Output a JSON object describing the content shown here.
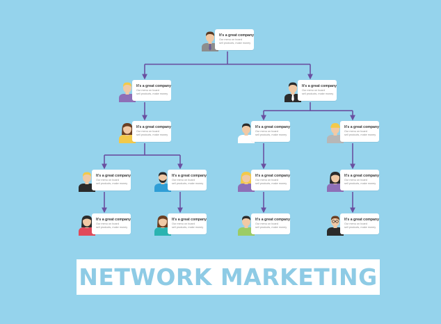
{
  "card": {
    "title": "It's a great company",
    "description": "Our menu on board\nsell products, make money"
  },
  "banner": {
    "text": "NETWORK MARKETING"
  },
  "colors": {
    "background": "#95d3ec",
    "connector": "#6a4fa0",
    "banner_text": "#8ecbe5",
    "card": "#ffffff"
  },
  "people": [
    {
      "id": "root",
      "icon": "businessman-icon",
      "skin": "#f1c9a5",
      "hair": "#5a3b24",
      "shirt": "#8d8d8d",
      "tie": "#6b5b95",
      "hairStyle": "short"
    },
    {
      "id": "l1-left",
      "icon": "blonde-man-icon",
      "skin": "#f1c9a5",
      "hair": "#f3c94a",
      "shirt": "#8e6fb7",
      "tie": null,
      "hairStyle": "short"
    },
    {
      "id": "l1-right",
      "icon": "man-in-suit-icon",
      "skin": "#f1c9a5",
      "hair": "#2b2b2b",
      "shirt": "#2b2b2b",
      "tie": "#ffffff",
      "hairStyle": "short"
    },
    {
      "id": "l2-left",
      "icon": "woman-icon",
      "skin": "#f1c9a5",
      "hair": "#6b3f22",
      "shirt": "#f3c94a",
      "tie": null,
      "hairStyle": "long"
    },
    {
      "id": "l2-mid",
      "icon": "man-icon",
      "skin": "#f1c9a5",
      "hair": "#2b2b2b",
      "shirt": "#ffffff",
      "tie": null,
      "hairStyle": "short"
    },
    {
      "id": "l2-right",
      "icon": "man-with-cap-icon",
      "skin": "#f1c9a5",
      "hair": "#f3c94a",
      "shirt": "#b7b7b7",
      "tie": null,
      "hairStyle": "cap"
    },
    {
      "id": "l3-1",
      "icon": "blonde-man-icon",
      "skin": "#f1c9a5",
      "hair": "#f3c94a",
      "shirt": "#2b2b2b",
      "tie": null,
      "hairStyle": "short"
    },
    {
      "id": "l3-2",
      "icon": "bearded-man-icon",
      "skin": "#f1c9a5",
      "hair": "#2b2b2b",
      "shirt": "#2f9ed6",
      "tie": null,
      "hairStyle": "beard"
    },
    {
      "id": "l3-3",
      "icon": "blonde-woman-icon",
      "skin": "#f1c9a5",
      "hair": "#f3c94a",
      "shirt": "#8e6fb7",
      "tie": null,
      "hairStyle": "long"
    },
    {
      "id": "l3-4",
      "icon": "woman-icon",
      "skin": "#f1c9a5",
      "hair": "#2b2b2b",
      "shirt": "#8e6fb7",
      "tie": null,
      "hairStyle": "long"
    },
    {
      "id": "l4-1",
      "icon": "woman-icon",
      "skin": "#f1c9a5",
      "hair": "#2b2b2b",
      "shirt": "#e04a5a",
      "tie": null,
      "hairStyle": "long"
    },
    {
      "id": "l4-2",
      "icon": "woman-icon",
      "skin": "#f1c9a5",
      "hair": "#6b3f22",
      "shirt": "#2bb3b0",
      "tie": null,
      "hairStyle": "long"
    },
    {
      "id": "l4-3",
      "icon": "man-icon",
      "skin": "#f1c9a5",
      "hair": "#2b2b2b",
      "shirt": "#9ccc65",
      "tie": null,
      "hairStyle": "short"
    },
    {
      "id": "l4-4",
      "icon": "man-with-glasses-icon",
      "skin": "#f1c9a5",
      "hair": "#6b3f22",
      "shirt": "#2b2b2b",
      "tie": null,
      "hairStyle": "glasses"
    }
  ],
  "links": [
    [
      "root",
      "l1-left"
    ],
    [
      "root",
      "l1-right"
    ],
    [
      "l1-left",
      "l2-left"
    ],
    [
      "l1-right",
      "l2-mid"
    ],
    [
      "l1-right",
      "l2-right"
    ],
    [
      "l2-left",
      "l3-1"
    ],
    [
      "l2-left",
      "l3-2"
    ],
    [
      "l2-mid",
      "l3-3"
    ],
    [
      "l2-right",
      "l3-4"
    ],
    [
      "l3-1",
      "l4-1"
    ],
    [
      "l3-2",
      "l4-2"
    ],
    [
      "l3-3",
      "l4-3"
    ],
    [
      "l3-4",
      "l4-4"
    ]
  ]
}
